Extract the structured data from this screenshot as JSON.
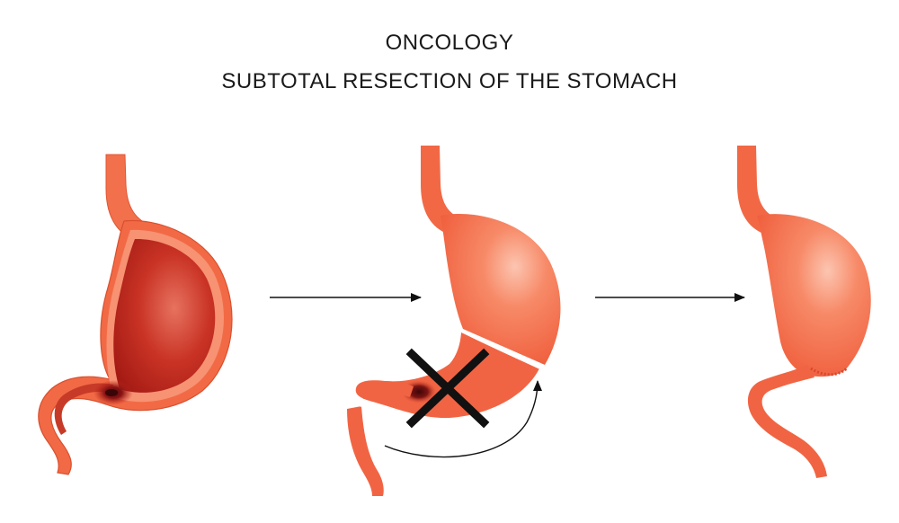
{
  "header": {
    "title": "ONCOLOGY",
    "subtitle": "SUBTOTAL RESECTION OF THE STOMACH"
  },
  "stages": [
    {
      "id": "stomach-with-tumor"
    },
    {
      "id": "stomach-resection"
    },
    {
      "id": "stomach-after-resection"
    }
  ],
  "colors": {
    "stomach_outer": "#f0623f",
    "stomach_rim": "#f8a184",
    "stomach_inner": "#c0271c",
    "stomach_highlight": "#fbbca6",
    "tumor": "#6d0c0e",
    "cut_line": "#ffffff",
    "cross_mark": "#111111",
    "arrow": "#111111",
    "background": "#ffffff"
  }
}
